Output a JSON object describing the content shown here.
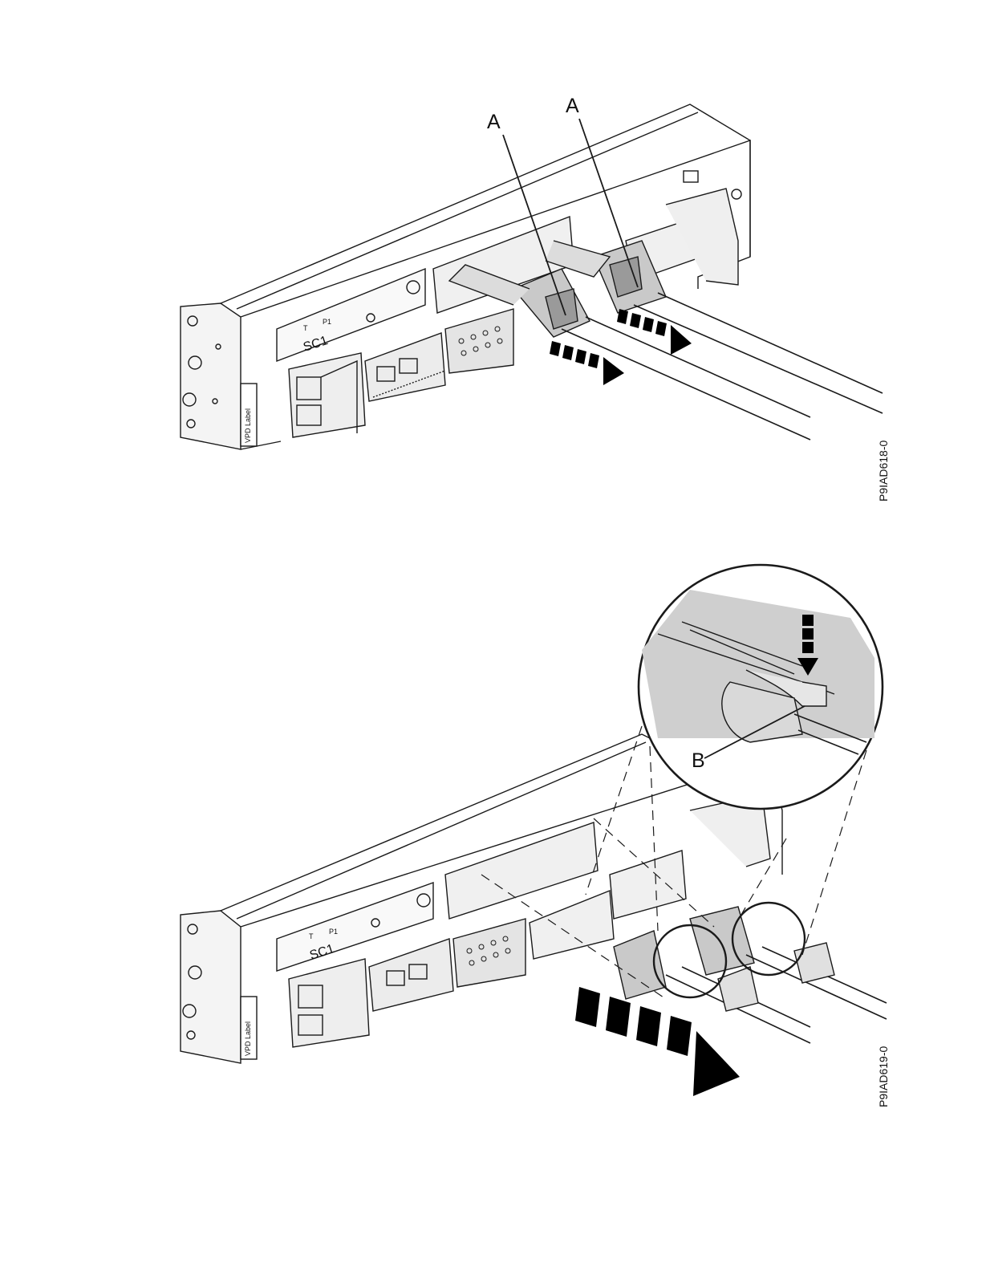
{
  "figure1": {
    "callouts": [
      "A",
      "A"
    ],
    "chassis_labels": {
      "slot": "SC1",
      "vpd": "VPD Label",
      "p1": "P1",
      "t": "T"
    },
    "figure_id": "P9IAD618-0"
  },
  "figure2": {
    "callouts": [
      "B"
    ],
    "chassis_labels": {
      "slot": "SC1",
      "vpd": "VPD Label",
      "p1": "P1",
      "t": "T"
    },
    "figure_id": "P9IAD619-0"
  },
  "colors": {
    "line": "#1a1a1a",
    "connector": "#c9c9c9",
    "cable": "#d6d6d6",
    "paper": "#ffffff"
  }
}
